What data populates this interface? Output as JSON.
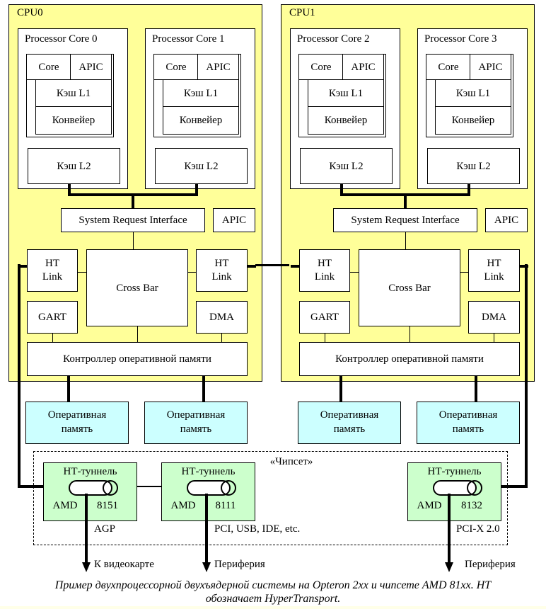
{
  "colors": {
    "cpu_bg": "#FFFF99",
    "ram_bg": "#CCFFFF",
    "tunnel_bg": "#CCFFCC",
    "line": "#000000",
    "bottom_strip": "#FFFFE8"
  },
  "cpus": [
    {
      "label": "CPU0",
      "cores": [
        {
          "title": "Processor Core 0",
          "core": "Core",
          "apic": "APIC",
          "l1": "Кэш L1",
          "pipeline": "Конвейер",
          "l2": "Кэш L2"
        },
        {
          "title": "Processor Core 1",
          "core": "Core",
          "apic": "APIC",
          "l1": "Кэш L1",
          "pipeline": "Конвейер",
          "l2": "Кэш L2"
        }
      ],
      "sri": "System Request Interface",
      "apic": "APIC",
      "ht_link": {
        "line1": "HT",
        "line2": "Link"
      },
      "crossbar": "Cross Bar",
      "gart": "GART",
      "dma": "DMA",
      "memctrl": "Контроллер оперативной памяти"
    },
    {
      "label": "CPU1",
      "cores": [
        {
          "title": "Processor Core 2",
          "core": "Core",
          "apic": "APIC",
          "l1": "Кэш L1",
          "pipeline": "Конвейер",
          "l2": "Кэш L2"
        },
        {
          "title": "Processor Core 3",
          "core": "Core",
          "apic": "APIC",
          "l1": "Кэш L1",
          "pipeline": "Конвейер",
          "l2": "Кэш L2"
        }
      ],
      "sri": "System Request Interface",
      "apic": "APIC",
      "ht_link": {
        "line1": "HT",
        "line2": "Link"
      },
      "crossbar": "Cross Bar",
      "gart": "GART",
      "dma": "DMA",
      "memctrl": "Контроллер оперативной памяти"
    }
  ],
  "ram_modules": [
    {
      "line1": "Оперативная",
      "line2": "память"
    },
    {
      "line1": "Оперативная",
      "line2": "память"
    },
    {
      "line1": "Оперативная",
      "line2": "память"
    },
    {
      "line1": "Оперативная",
      "line2": "память"
    }
  ],
  "chipset": {
    "label": "«Чипсет»",
    "tunnels": [
      {
        "title": "НТ-туннель",
        "vendor": "AMD",
        "model": "8151",
        "bus": "AGP"
      },
      {
        "title": "НТ-туннель",
        "vendor": "AMD",
        "model": "8111",
        "bus": "PCI, USB, IDE, etc."
      },
      {
        "title": "НТ-туннель",
        "vendor": "AMD",
        "model": "8132",
        "bus": "PCI-X 2.0"
      }
    ]
  },
  "outputs": [
    {
      "label": "К видеокарте"
    },
    {
      "label": "Периферия"
    },
    {
      "label": "Периферия"
    }
  ],
  "caption": {
    "line1": "Пример двухпроцессорной двухъядерной системы на Opteron 2xx и чипсете AMD 81xx. HT",
    "line2": "обозначает HyperTransport."
  }
}
